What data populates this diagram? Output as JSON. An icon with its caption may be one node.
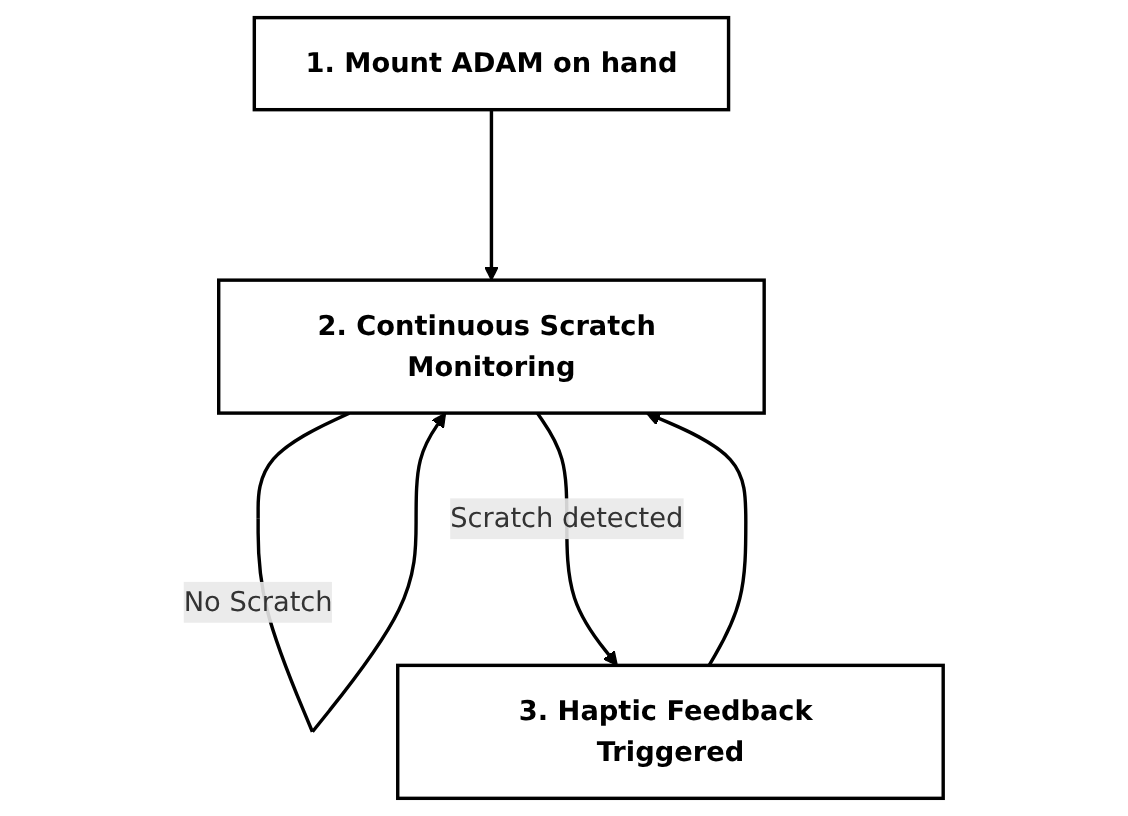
{
  "diagram": {
    "nodes": [
      {
        "text": [
          "1. Mount ADAM on hand"
        ]
      },
      {
        "text": [
          "2. Continuous Scratch Monitoring"
        ]
      },
      {
        "text": [
          "3. Haptic Feedback Triggered"
        ]
      }
    ],
    "edges": [
      {
        "from": 0,
        "to": 1,
        "arrow": "to"
      },
      {
        "from": 1,
        "to": 1,
        "arrow": "to",
        "label": "No Scratch"
      },
      {
        "from": 1,
        "to": 2,
        "arrow": "to",
        "label": "Scratch detected"
      },
      {
        "from": 2,
        "to": 1,
        "arrow": "to"
      }
    ]
  }
}
